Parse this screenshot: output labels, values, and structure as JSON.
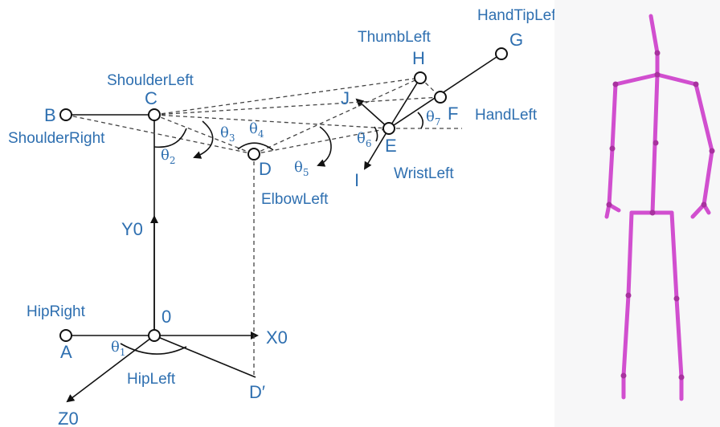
{
  "diagram": {
    "joints": {
      "hand_tip_left": "HandTipLeft",
      "thumb_left": "ThumbLeft",
      "shoulder_left": "ShoulderLeft",
      "hand_left": "HandLeft",
      "shoulder_right": "ShoulderRight",
      "wrist_left": "WristLeft",
      "elbow_left": "ElbowLeft",
      "hip_right": "HipRight",
      "hip_left": "HipLeft"
    },
    "points": {
      "a": "A",
      "b": "B",
      "c": "C",
      "d": "D",
      "d_prime": "D′",
      "e": "E",
      "f": "F",
      "g": "G",
      "h": "H",
      "i": "I",
      "j": "J",
      "o": "0"
    },
    "axes": {
      "x0": "X0",
      "y0": "Y0",
      "z0": "Z0"
    },
    "angles": {
      "theta1": {
        "sym": "θ",
        "sub": "1"
      },
      "theta2": {
        "sym": "θ",
        "sub": "2"
      },
      "theta3": {
        "sym": "θ",
        "sub": "3"
      },
      "theta4": {
        "sym": "θ",
        "sub": "4"
      },
      "theta5": {
        "sym": "θ",
        "sub": "5"
      },
      "theta6": {
        "sym": "θ",
        "sub": "6"
      },
      "theta7": {
        "sym": "θ",
        "sub": "7"
      }
    }
  },
  "colors": {
    "label": "#2e6fb0",
    "skeleton_bone": "#d14fcf",
    "skeleton_joint": "#a8329f"
  }
}
